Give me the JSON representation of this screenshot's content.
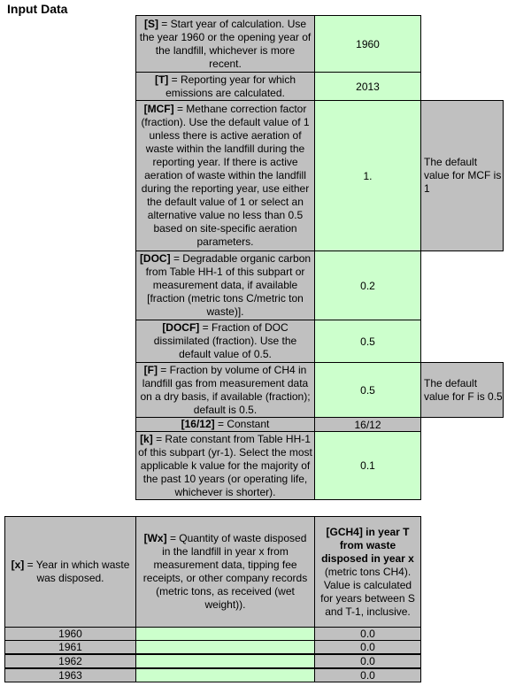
{
  "sheet": {
    "title": "Input Data"
  },
  "params": [
    {
      "key": "[S]",
      "text": " = Start year of calculation.  Use the year 1960 or the opening year of the landfill, whichever is more recent.",
      "value": "1960",
      "note": ""
    },
    {
      "key": "[T]",
      "text": " = Reporting year for which emissions are calculated.",
      "value": "2013",
      "note": ""
    },
    {
      "key": "[MCF]",
      "text": " = Methane correction factor (fraction).  Use the default value of 1 unless there is active aeration of waste within the landfill during the reporting year.  If there is active aeration of waste within the landfill during the reporting year, use either the default value of 1 or select an alternative value no less than 0.5 based on site-specific aeration parameters.",
      "value": "1.",
      "note": "The default value for MCF is 1"
    },
    {
      "key": "[DOC]",
      "text": " = Degradable organic carbon from Table HH-1 of this subpart or measurement data, if available [fraction (metric tons C/metric ton waste)].",
      "value": "0.2",
      "note": ""
    },
    {
      "key": "[DOCF]",
      "text": " = Fraction of DOC dissimilated (fraction).  Use the default value of 0.5.",
      "value": "0.5",
      "note": ""
    },
    {
      "key": "[F]",
      "text": " = Fraction by volume of CH4 in landfill gas from measurement data on a dry basis, if available (fraction); default is 0.5.",
      "value": "0.5",
      "note": "The default value for F is 0.5"
    },
    {
      "key": "[16/12]",
      "text": " = Constant",
      "value": "16/12",
      "note": ""
    },
    {
      "key": "[k]",
      "text": " = Rate constant from Table HH-1 of this subpart (yr-1).  Select the most applicable k value for the majority of the past 10 years (or operating life, whichever is shorter).",
      "value": "0.1",
      "note": ""
    }
  ],
  "table": {
    "h_year_key": "[x]",
    "h_year_text": " = Year in which waste was disposed.",
    "h_waste_key": "[Wx]",
    "h_waste_text": " = Quantity of waste disposed in the landfill in year x from measurement data, tipping fee receipts, or other company records (metric tons, as received (wet weight)).",
    "h_gch4_key": "[GCH4] in year T from waste disposed in year x",
    "h_gch4_text": " (metric tons CH4).",
    "h_gch4_note": "Value is calculated for years between S and T-1, inclusive.",
    "rows": [
      {
        "year": "1960",
        "waste": "",
        "gch4": "0.0"
      },
      {
        "year": "1961",
        "waste": "",
        "gch4": "0.0"
      },
      {
        "year": "1962",
        "waste": "",
        "gch4": "0.0"
      },
      {
        "year": "1963",
        "waste": "",
        "gch4": "0.0"
      }
    ]
  }
}
